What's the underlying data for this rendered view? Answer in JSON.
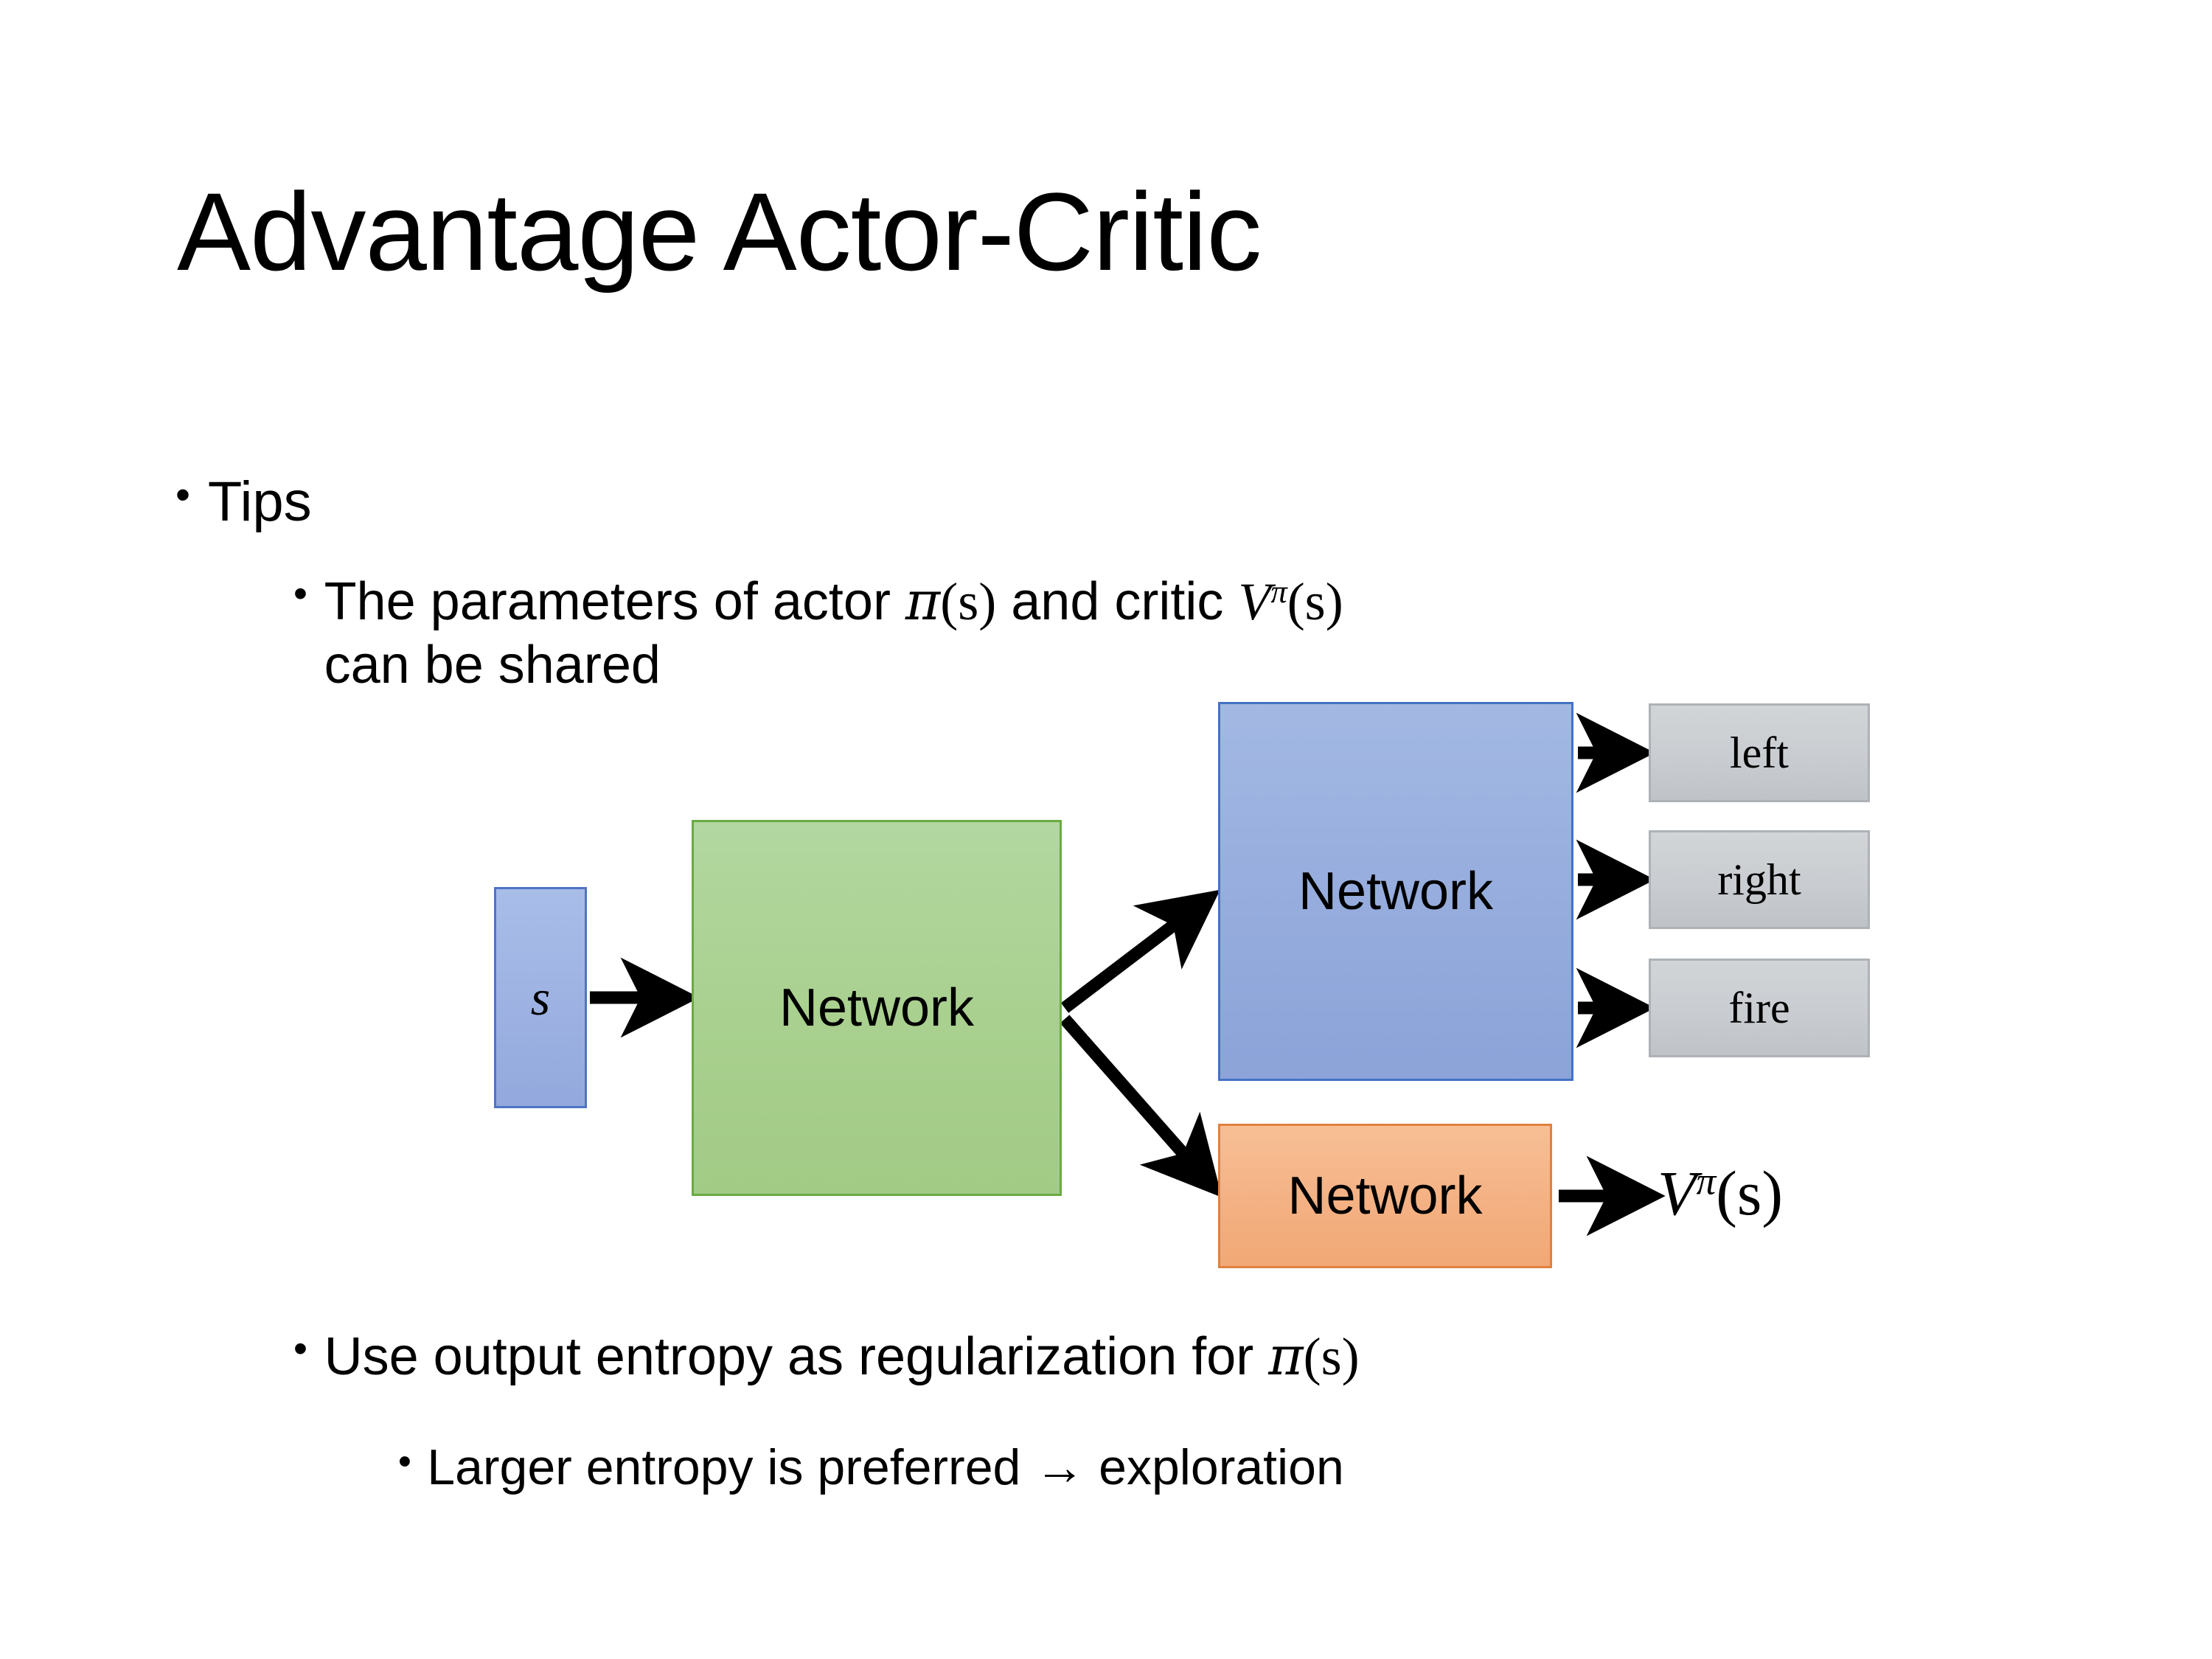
{
  "slide": {
    "title": "Advantage Actor-Critic",
    "background_color": "#ffffff",
    "text_color": "#000000"
  },
  "bullets": {
    "level1": {
      "marker": "•",
      "text": "Tips"
    },
    "params": {
      "marker": "•",
      "line1_prefix": "The parameters of actor ",
      "math_actor_pi": "π",
      "math_actor_arg": "(s)",
      "line1_middle": "  and critic ",
      "math_critic_V": "V",
      "math_critic_sup": "π",
      "math_critic_arg": "(s)",
      "line2": "can be shared"
    },
    "entropy": {
      "marker": "•",
      "prefix": "Use output entropy as regularization for ",
      "math_pi": "π",
      "math_arg": "(s)"
    },
    "exploration": {
      "marker": "•",
      "text": "Larger entropy is preferred → exploration"
    }
  },
  "diagram": {
    "input_state": {
      "label": "s",
      "fill": "#9db2e2",
      "border": "#4f74c4"
    },
    "shared_network": {
      "label": "Network",
      "fill": "#a9d08e",
      "border": "#6aaa43"
    },
    "actor_network": {
      "label": "Network",
      "fill": "#95acdd",
      "border": "#4472c4"
    },
    "critic_network": {
      "label": "Network",
      "fill": "#f4b183",
      "border": "#e08040"
    },
    "actions": [
      {
        "label": "left",
        "fill": "#c9ccd0",
        "border": "#aeb2b6"
      },
      {
        "label": "right",
        "fill": "#c9ccd0",
        "border": "#aeb2b6"
      },
      {
        "label": "fire",
        "fill": "#c9ccd0",
        "border": "#aeb2b6"
      }
    ],
    "critic_output": {
      "math_V": "V",
      "math_sup": "π",
      "math_arg": "(s)"
    },
    "arrow_color": "#000000"
  }
}
